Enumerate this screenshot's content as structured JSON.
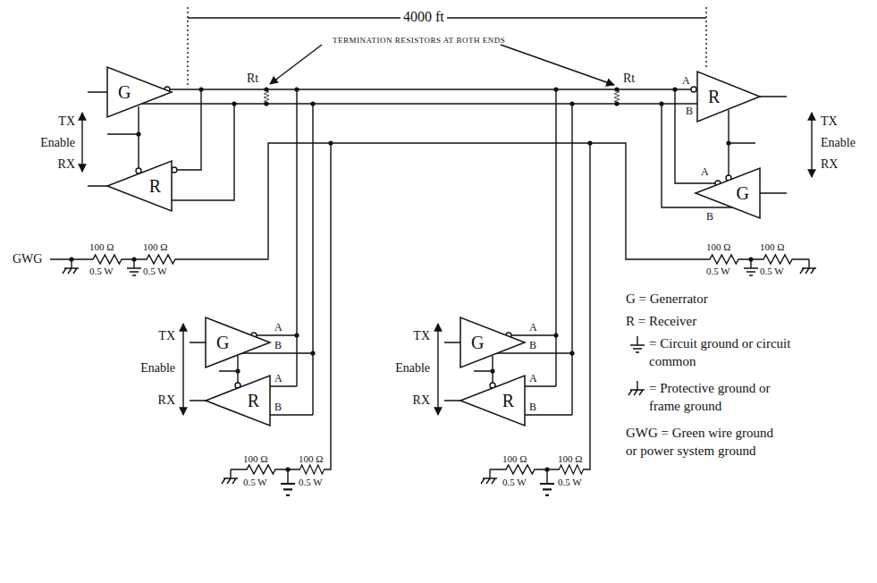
{
  "diagram": {
    "nodes": [
      {
        "text": [
          "G"
        ]
      },
      {
        "text": [
          "R"
        ]
      },
      {
        "text": [
          "R"
        ]
      },
      {
        "text": [
          "G"
        ]
      },
      {
        "text": [
          "G"
        ]
      },
      {
        "text": [
          "G"
        ]
      },
      {
        "text": [
          "R"
        ]
      },
      {
        "text": [
          "R"
        ]
      }
    ],
    "labels": [
      "4000 ft",
      "TERMINATION RESISTORS AT BOTH ENDS",
      "Rt",
      "Rt",
      "A",
      "B",
      "A",
      "B",
      "TX",
      "Enable",
      "RX",
      "TX",
      "Enable",
      "RX",
      "GWG",
      "100 Ω",
      "0.5 W",
      "100 Ω",
      "0.5 W",
      "100 Ω",
      "0.5 W",
      "100 Ω",
      "0.5 W",
      "A",
      "B",
      "A",
      "B",
      "TX",
      "Enable",
      "RX",
      "100 Ω",
      "0.5 W",
      "100 Ω",
      "0.5 W",
      "A",
      "B",
      "A",
      "B",
      "TX",
      "Enable",
      "RX",
      "100 Ω",
      "0.5 W",
      "100 Ω",
      "0.5 W"
    ],
    "legend": [
      {
        "text": "G = Generrator"
      },
      {
        "text": "R = Receiver"
      },
      {
        "text": "= Circuit ground or circuit common"
      },
      {
        "text": "= Protective ground or frame ground"
      },
      {
        "text": "GWG = Green wire ground or power system ground"
      }
    ]
  }
}
